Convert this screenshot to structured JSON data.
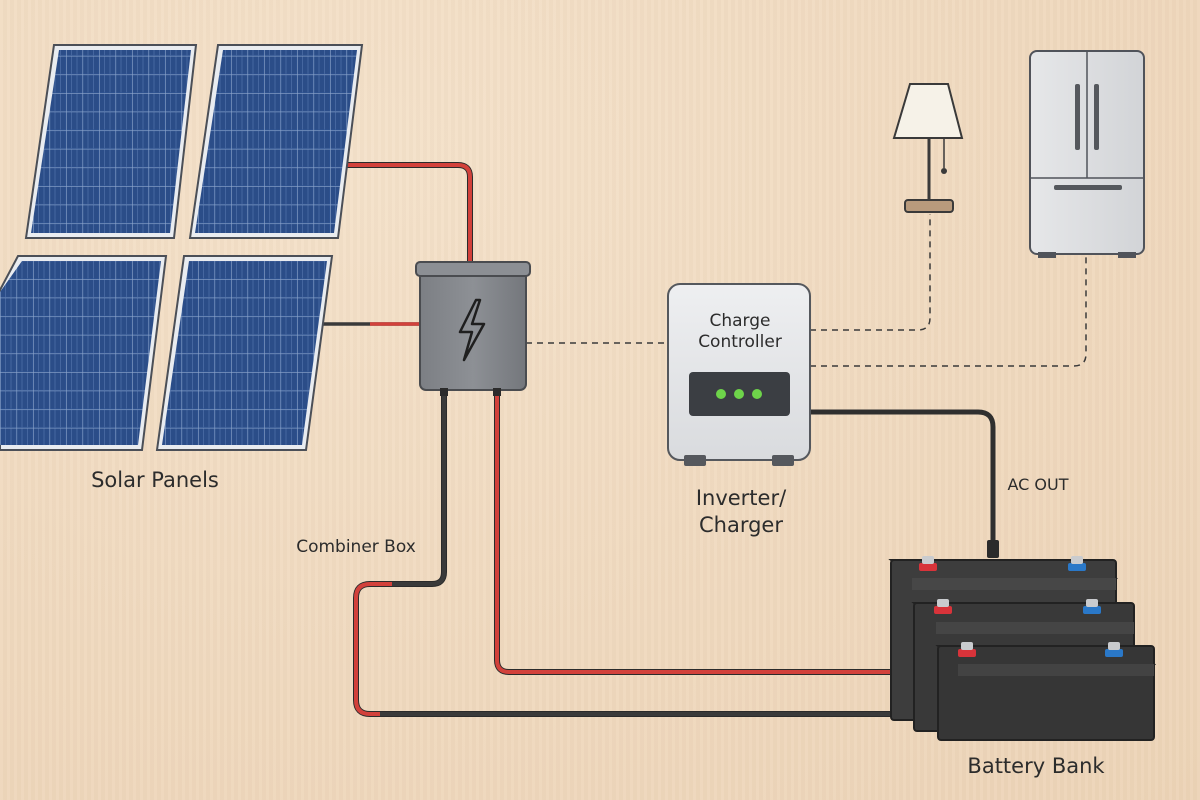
{
  "labels": {
    "solar_panels": "Solar Panels",
    "combiner_box": "Combiner Box",
    "charge_controller_line1": "Charge",
    "charge_controller_line2": "Controller",
    "inverter_line1": "Inverter/",
    "inverter_line2": "Charger",
    "ac_out": "AC OUT",
    "battery_bank": "Battery Bank"
  },
  "components": {
    "solar_panel_count": 4,
    "battery_count": 3,
    "indicator_light_count": 3,
    "loads": [
      "lamp-icon",
      "refrigerator-icon"
    ]
  },
  "colors": {
    "background": "#f1dcc2",
    "positive_wire": "#d2413b",
    "negative_wire": "#3a3a3a",
    "panel_cell": "#2c4f8a",
    "indicator_light": "#6ed44a",
    "battery_body": "#3d3d3d",
    "positive_terminal": "#d8333a",
    "negative_terminal": "#2a78c8"
  }
}
